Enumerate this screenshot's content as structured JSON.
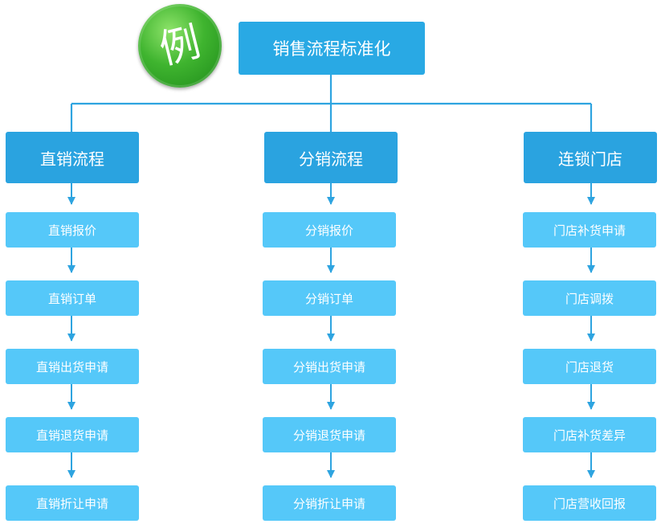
{
  "badge": {
    "text": "例"
  },
  "title": "销售流程标准化",
  "columns": [
    {
      "name": "直销流程",
      "steps": [
        "直销报价",
        "直销订单",
        "直销出货申请",
        "直销退货申请",
        "直销折让申请"
      ]
    },
    {
      "name": "分销流程",
      "steps": [
        "分销报价",
        "分销订单",
        "分销出货申请",
        "分销退货申请",
        "分销折让申请"
      ]
    },
    {
      "name": "连锁门店",
      "steps": [
        "门店补货申请",
        "门店调拨",
        "门店退货",
        "门店补货差异",
        "门店营收回报"
      ]
    }
  ],
  "colors": {
    "title_box": "#29a9e4",
    "category_box": "#2aa3e0",
    "step_box": "#55c8f9",
    "connector": "#2ea4e0",
    "badge": "#3fb42f"
  }
}
